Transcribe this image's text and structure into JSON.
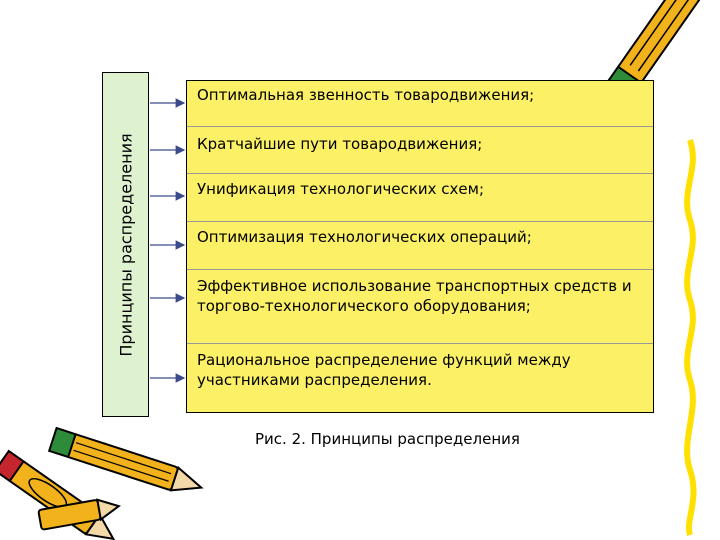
{
  "side_label": "Принципы распределения",
  "items": [
    "Оптимальная звенность товародвижения;",
    "Кратчайшие пути товародвижения;",
    "Унификация технологических схем;",
    "Оптимизация технологических операций;",
    "Эффективное использование транспортных средств и торгово-технологического оборудования;",
    "Рациональное распределение функций между участниками распределения."
  ],
  "caption": "Рис. 2. Принципы распределения",
  "colors": {
    "label_fill": "#dff2cf",
    "items_fill": "#fbf066",
    "connector": "#3a4a8a",
    "pencil_body": "#f2b21c",
    "pencil_wavy": "#ffe000",
    "pencil_eraser": "#2e8b3a"
  },
  "icons": [
    "pencil-top-right-icon",
    "pencils-bottom-left-icon",
    "wavy-line-icon"
  ]
}
